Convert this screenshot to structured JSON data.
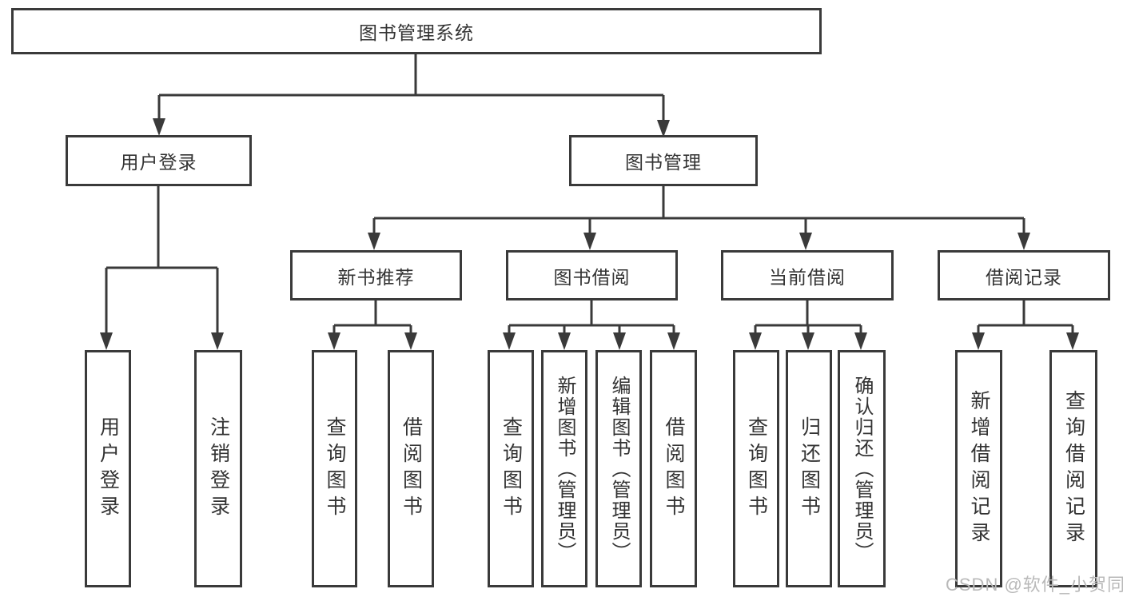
{
  "root": {
    "label": "图书管理系统"
  },
  "branches": {
    "user_login": {
      "label": "用户登录",
      "leaves": [
        "用户登录",
        "注销登录"
      ]
    },
    "book_mgmt": {
      "label": "图书管理"
    }
  },
  "sub_branches": {
    "new_book": {
      "label": "新书推荐",
      "leaves": [
        "查询图书",
        "借阅图书"
      ]
    },
    "book_borrow": {
      "label": "图书借阅",
      "leaves": [
        "查询图书",
        "新增图书（管理员）",
        "编辑图书（管理员）",
        "借阅图书"
      ]
    },
    "current_borrow": {
      "label": "当前借阅",
      "leaves": [
        "查询图书",
        "归还图书",
        "确认归还（管理员）"
      ]
    },
    "borrow_record": {
      "label": "借阅记录",
      "leaves": [
        "新增借阅记录",
        "查询借阅记录"
      ]
    }
  },
  "watermark": {
    "text": "CSDN @软件_小贺同学"
  },
  "colors": {
    "line": "#3a3a3a",
    "text": "#333333",
    "box_fill": "#ffffff",
    "background": "#ffffff",
    "watermark": "#b9b9b9"
  }
}
